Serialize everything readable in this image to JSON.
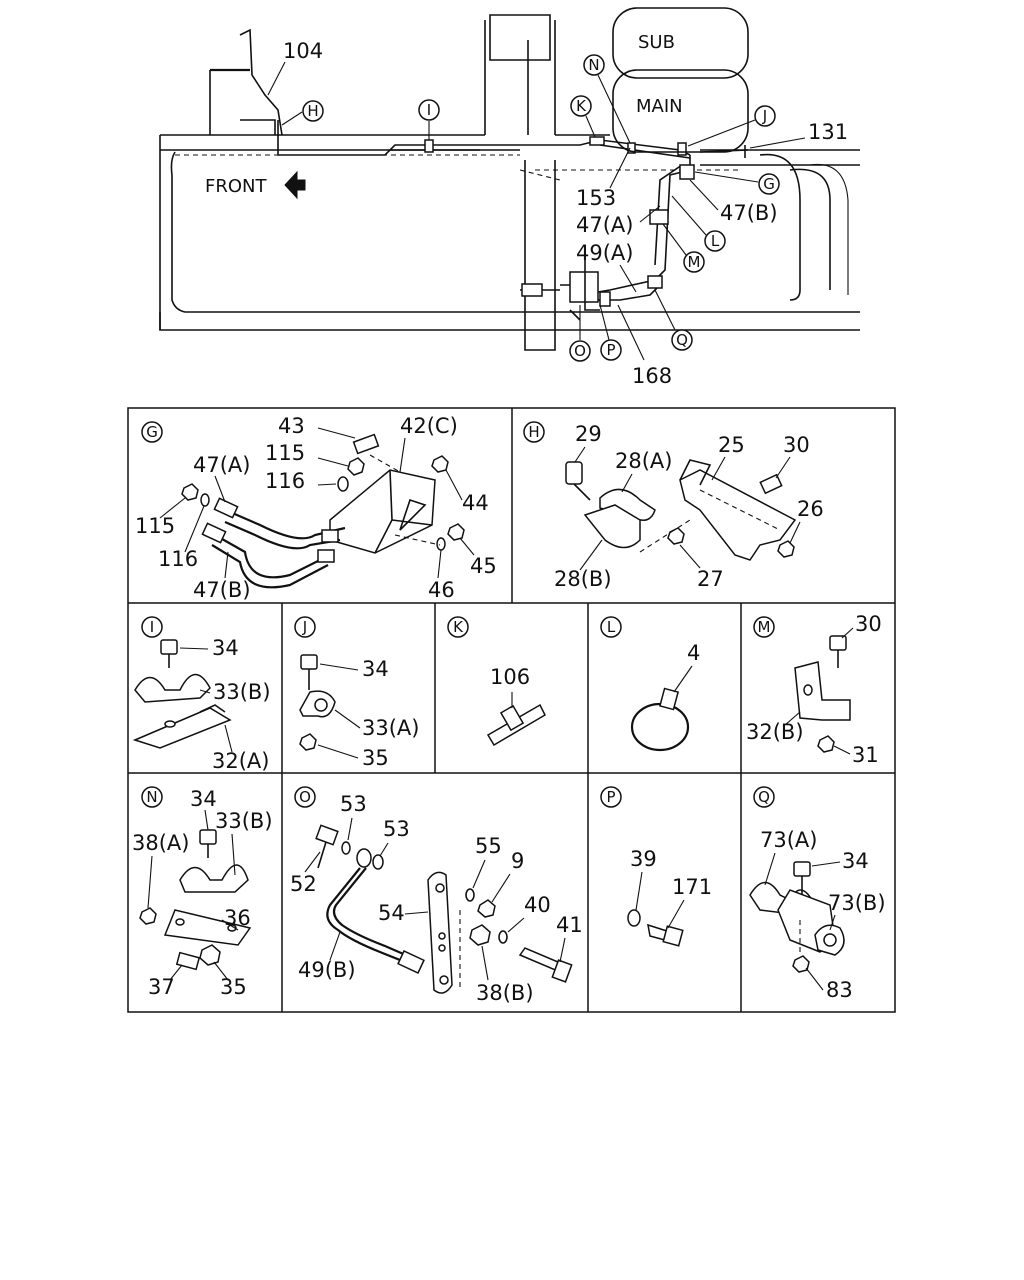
{
  "overview": {
    "tanks": {
      "sub": "SUB",
      "main": "MAIN"
    },
    "direction": "FRONT",
    "part_labels": [
      "104",
      "131",
      "153",
      "47(A)",
      "47(B)",
      "49(A)",
      "168"
    ],
    "callouts": [
      "H",
      "I",
      "K",
      "N",
      "J",
      "G",
      "L",
      "M",
      "O",
      "P",
      "Q"
    ]
  },
  "panels": [
    {
      "letter": "G",
      "labels": [
        "43",
        "42(C)",
        "115",
        "116",
        "47(A)",
        "44",
        "115",
        "116",
        "47(B)",
        "46",
        "45"
      ]
    },
    {
      "letter": "H",
      "labels": [
        "29",
        "28(A)",
        "25",
        "30",
        "26",
        "28(B)",
        "27"
      ]
    },
    {
      "letter": "I",
      "labels": [
        "34",
        "33(B)",
        "32(A)"
      ]
    },
    {
      "letter": "J",
      "labels": [
        "34",
        "33(A)",
        "35"
      ]
    },
    {
      "letter": "K",
      "labels": [
        "106"
      ]
    },
    {
      "letter": "L",
      "labels": [
        "4"
      ]
    },
    {
      "letter": "M",
      "labels": [
        "30",
        "32(B)",
        "31"
      ]
    },
    {
      "letter": "N",
      "labels": [
        "34",
        "33(B)",
        "38(A)",
        "36",
        "37",
        "35"
      ]
    },
    {
      "letter": "O",
      "labels": [
        "53",
        "53",
        "52",
        "55",
        "9",
        "54",
        "40",
        "41",
        "49(B)",
        "38(B)"
      ]
    },
    {
      "letter": "P",
      "labels": [
        "39",
        "171"
      ]
    },
    {
      "letter": "Q",
      "labels": [
        "73(A)",
        "34",
        "73(B)",
        "83"
      ]
    }
  ]
}
